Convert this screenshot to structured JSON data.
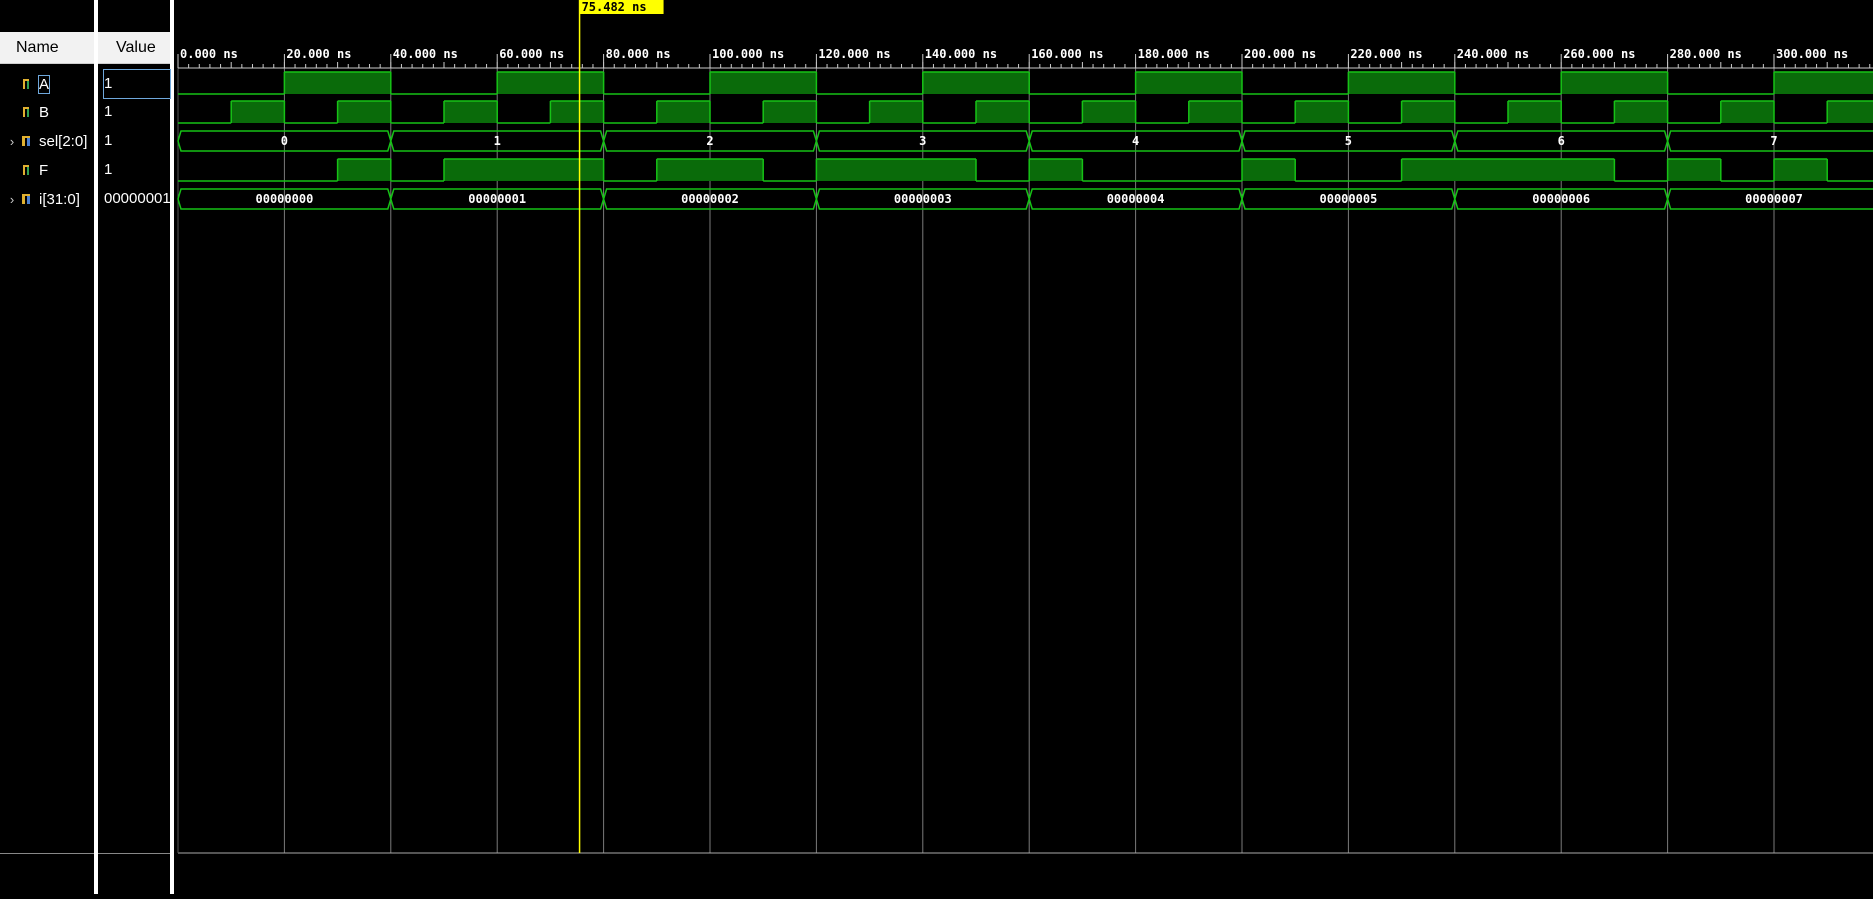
{
  "columns": {
    "name_header": "Name",
    "value_header": "Value"
  },
  "signals": [
    {
      "name": "A",
      "value": "1",
      "kind": "bit",
      "expandable": false,
      "selected": true
    },
    {
      "name": "B",
      "value": "1",
      "kind": "bit",
      "expandable": false
    },
    {
      "name": "sel[2:0]",
      "value": "1",
      "kind": "bus",
      "expandable": true
    },
    {
      "name": "F",
      "value": "1",
      "kind": "bit",
      "expandable": false
    },
    {
      "name": "i[31:0]",
      "value": "00000001",
      "kind": "bus",
      "expandable": true
    }
  ],
  "cursor": {
    "label": "75.482 ns",
    "time_ns": 75.482
  },
  "timeline": {
    "tick_labels": [
      "0.000 ns",
      "20.000 ns",
      "40.000 ns",
      "60.000 ns",
      "80.000 ns",
      "100.000 ns",
      "120.000 ns",
      "140.000 ns",
      "160.000 ns",
      "180.000 ns",
      "200.000 ns",
      "220.000 ns",
      "240.000 ns",
      "260.000 ns",
      "280.000 ns",
      "300.000 ns"
    ],
    "range_ns": [
      0,
      320
    ]
  },
  "waves": {
    "A_transitions_ns": [
      20,
      40,
      60,
      80,
      100,
      120,
      140,
      160,
      180,
      200,
      220,
      240,
      260,
      280,
      300,
      320
    ],
    "A_initial": 0,
    "B_transitions_ns": [
      10,
      20,
      30,
      40,
      50,
      60,
      70,
      80,
      90,
      100,
      110,
      120,
      130,
      140,
      150,
      160,
      170,
      180,
      190,
      200,
      210,
      220,
      230,
      240,
      250,
      260,
      270,
      280,
      290,
      300,
      310,
      320
    ],
    "B_initial": 0,
    "F_high_intervals_ns": [
      [
        30,
        40
      ],
      [
        50,
        80
      ],
      [
        90,
        110
      ],
      [
        120,
        150
      ],
      [
        160,
        170
      ],
      [
        200,
        210
      ],
      [
        230,
        270
      ],
      [
        280,
        290
      ],
      [
        300,
        310
      ]
    ],
    "sel_segments": [
      {
        "start": 0,
        "end": 40,
        "label": "0"
      },
      {
        "start": 40,
        "end": 80,
        "label": "1"
      },
      {
        "start": 80,
        "end": 120,
        "label": "2"
      },
      {
        "start": 120,
        "end": 160,
        "label": "3"
      },
      {
        "start": 160,
        "end": 200,
        "label": "4"
      },
      {
        "start": 200,
        "end": 240,
        "label": "5"
      },
      {
        "start": 240,
        "end": 280,
        "label": "6"
      },
      {
        "start": 280,
        "end": 320,
        "label": "7"
      }
    ],
    "i_segments": [
      {
        "start": 0,
        "end": 40,
        "label": "00000000"
      },
      {
        "start": 40,
        "end": 80,
        "label": "00000001"
      },
      {
        "start": 80,
        "end": 120,
        "label": "00000002"
      },
      {
        "start": 120,
        "end": 160,
        "label": "00000003"
      },
      {
        "start": 160,
        "end": 200,
        "label": "00000004"
      },
      {
        "start": 200,
        "end": 240,
        "label": "00000005"
      },
      {
        "start": 240,
        "end": 280,
        "label": "00000006"
      },
      {
        "start": 280,
        "end": 320,
        "label": "00000007"
      }
    ]
  },
  "colors": {
    "wave": "#16c216",
    "wave_fill": "#0a6b0a",
    "grid": "#7a7a7a",
    "cursor": "#ffff00",
    "background": "#000000"
  }
}
